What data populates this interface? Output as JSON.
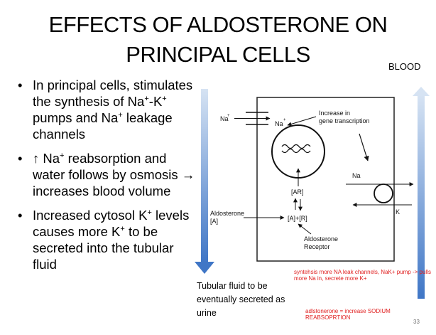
{
  "slide": {
    "title_line1": "EFFECTS OF ALDOSTERONE ON",
    "title_line2": "PRINCIPAL CELLS",
    "blood_label": "BLOOD",
    "bullets": [
      {
        "bullet": "•",
        "parts": [
          "In principal cells, stimulates the synthesis of Na",
          "+",
          "-K",
          "+",
          " pumps and  Na",
          "+",
          " leakage channels"
        ]
      },
      {
        "bullet": "•",
        "parts": [
          "↑ Na",
          "+",
          " reabsorption and water follows by osmosis → increases blood volume"
        ]
      },
      {
        "bullet": "•",
        "parts": [
          "Increased cytosol K",
          "+",
          " levels causes more K",
          "+",
          " to be secreted into the tubular fluid"
        ]
      }
    ],
    "tubular_caption": "Tubular fluid to be eventually secreted as urine",
    "note_1": "syntehsis more NA leak channels, NaK+ pump -> pulls more Na in, secrete more K+",
    "note_2": "adlstonerone = increase SODIUM REABSOPRTION",
    "slide_number": "33"
  },
  "diagram": {
    "na_outside": "Na",
    "na_inside": "Na",
    "plus": "+",
    "increase_line1": "Increase in",
    "increase_line2": "gene transcription",
    "ar_label": "[AR]",
    "ar_complex": "[A]+[R]",
    "aldosterone_line1": "Aldosterone",
    "aldosterone_line2": "[A]",
    "receptor_line1": "Aldosterone",
    "receptor_line2": "Receptor",
    "na_pump": "Na",
    "k_pump": "K",
    "colors": {
      "arrow_top": "#d6e3f3",
      "arrow_bottom": "#3f76c6"
    }
  }
}
